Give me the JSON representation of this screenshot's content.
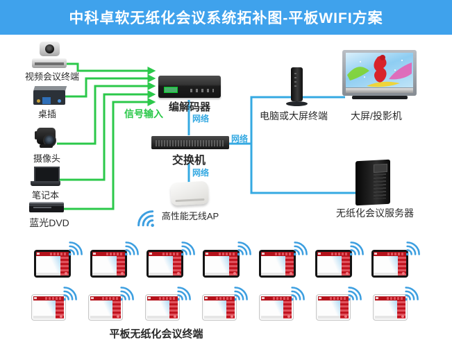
{
  "title": "中科卓软无纸化会议系统拓补图-平板WIFI方案",
  "colors": {
    "banner_blue": "#3fa2ec",
    "link_blue": "#35a9e2",
    "signal_green": "#2bc84a",
    "tablet_red": "#b5121b"
  },
  "devices": {
    "video_terminal": {
      "label": "视频会议终端"
    },
    "desk_socket": {
      "label": "桌插"
    },
    "camera": {
      "label": "摄像头"
    },
    "laptop": {
      "label": "笔记本"
    },
    "bluray_dvd": {
      "label": "蓝光DVD"
    },
    "codec": {
      "label": "编解码器"
    },
    "switch": {
      "label": "交换机"
    },
    "wireless_ap": {
      "label": "高性能无线AP"
    },
    "pc_terminal": {
      "label": "电脑或大屏终端"
    },
    "display": {
      "label": "大屏/投影机"
    },
    "server": {
      "label": "无纸化会议服务器"
    }
  },
  "annotations": {
    "signal_input": "信号输入",
    "network_codec_switch": "网络",
    "network_switch_right": "网络",
    "network_switch_ap": "网络"
  },
  "tablets": {
    "caption": "平板无纸化会议终端",
    "row1_count": 7,
    "row2_count": 7,
    "icon": "wifi-icon"
  }
}
